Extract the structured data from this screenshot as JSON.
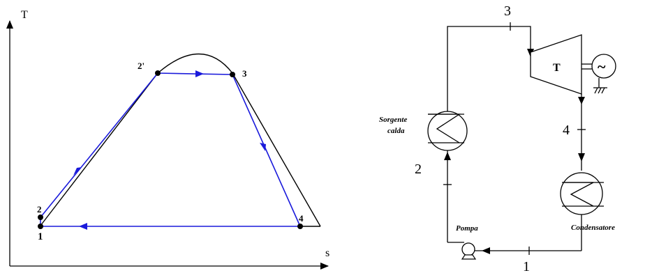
{
  "ts_diagram": {
    "axis_y_label": "T",
    "axis_x_label": "s",
    "points": {
      "p1": "1",
      "p2": "2",
      "p2prime": "2'",
      "p3": "3",
      "p4": "4"
    }
  },
  "plant": {
    "points": {
      "p1": "1",
      "p2": "2",
      "p3": "3",
      "p4": "4"
    },
    "turbine_label": "T",
    "generator_symbol": "~",
    "hot_source_line1": "Sorgente",
    "hot_source_line2": "calda",
    "pump_label": "Pompa",
    "condenser_label": "Condensatore"
  },
  "colors": {
    "cycle": "#1a1adb",
    "ink": "#000000"
  }
}
